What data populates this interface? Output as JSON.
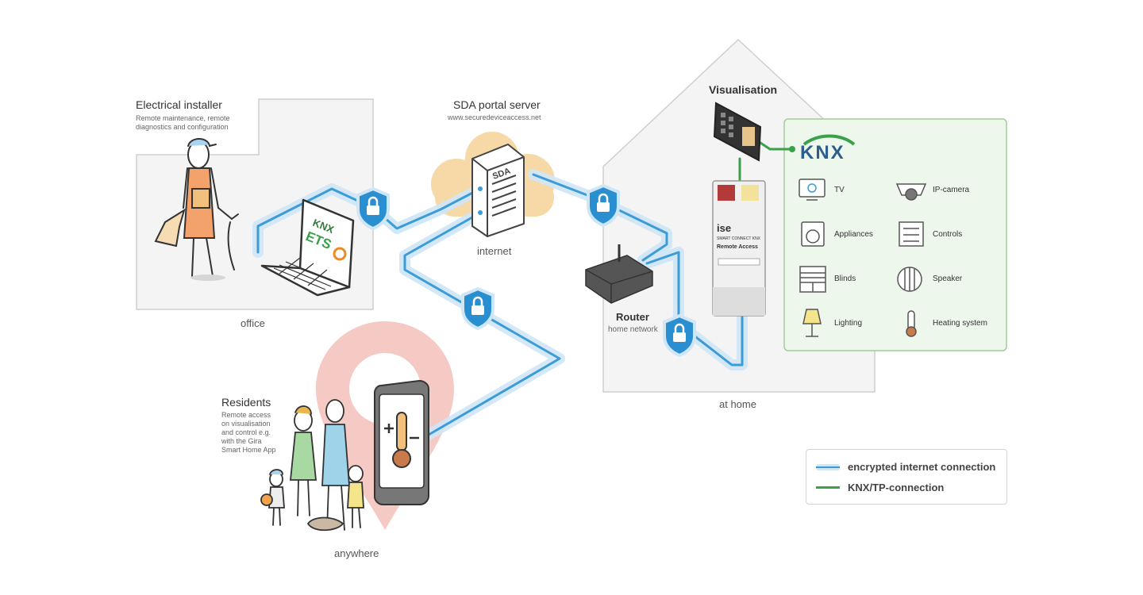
{
  "office": {
    "title": "Electrical installer",
    "desc": [
      "Remote maintenance, remote",
      "diagnostics and configuration"
    ],
    "place": "office",
    "laptop_labels": [
      "KNX",
      "ETS"
    ]
  },
  "server": {
    "title": "SDA portal server",
    "url": "www.securedeviceaccess.net",
    "place": "internet",
    "tower_label": "SDA"
  },
  "residents": {
    "title": "Residents",
    "desc": [
      "Remote access",
      "on visualisation",
      "and control e.g.",
      "with the Gira",
      "Smart Home App"
    ],
    "place": "anywhere"
  },
  "home": {
    "visualisation": "Visualisation",
    "router_title": "Router",
    "router_desc": "home network",
    "place": "at home",
    "device_texts": [
      "ise",
      "SMART CONNECT KNX",
      "Remote Access"
    ]
  },
  "knx_panel": {
    "logo": "KNX",
    "devices": [
      {
        "label": "TV",
        "icon": "tv-icon"
      },
      {
        "label": "IP-camera",
        "icon": "ip-camera-icon"
      },
      {
        "label": "Appliances",
        "icon": "washing-machine-icon"
      },
      {
        "label": "Controls",
        "icon": "controls-icon"
      },
      {
        "label": "Blinds",
        "icon": "blinds-icon"
      },
      {
        "label": "Speaker",
        "icon": "speaker-icon"
      },
      {
        "label": "Lighting",
        "icon": "lamp-icon"
      },
      {
        "label": "Heating system",
        "icon": "thermometer-icon"
      }
    ]
  },
  "legend": {
    "encrypted": "encrypted internet connection",
    "knx": "KNX/TP-connection"
  },
  "colors": {
    "encrypted_line": "#3d9bd6",
    "encrypted_halo": "#cfe6f7",
    "knx_line": "#3aa04a",
    "knx_panel_bg": "#eef7ec",
    "knx_panel_border": "#9fcf95",
    "cloud": "#f6d9a6",
    "pin": "#f5c9c4",
    "shield": "#2a8fd0"
  }
}
